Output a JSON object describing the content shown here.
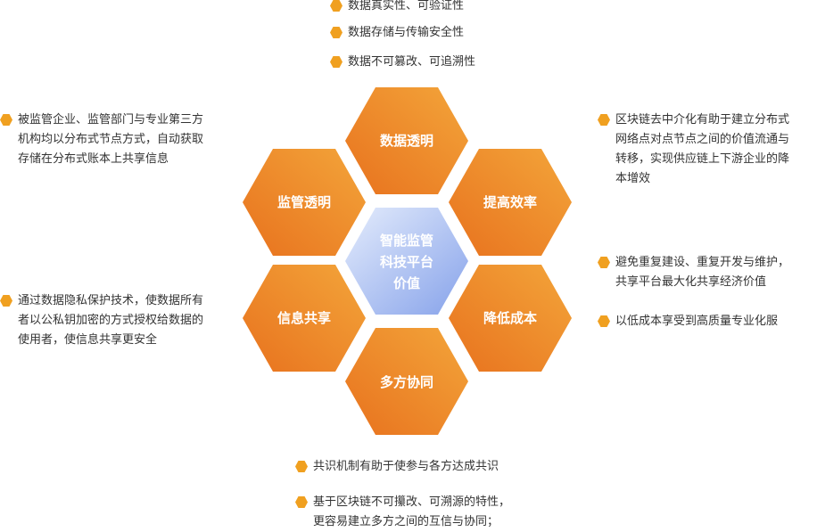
{
  "colors": {
    "hex_orange_light": "#f3a53a",
    "hex_orange_dark": "#e8721e",
    "center_light": "#dce6fb",
    "center_dark": "#8ea9ec",
    "bullet": "#f0a020",
    "text": "#333333"
  },
  "center": {
    "label_lines": [
      "智能监管",
      "科技平台",
      "价值"
    ]
  },
  "hexes": {
    "top": "数据透明",
    "upper_left": "监管透明",
    "upper_right": "提高效率",
    "lower_left": "信息共享",
    "lower_right": "降低成本",
    "bottom": "多方协同"
  },
  "notes": {
    "top": [
      "数据真实性、可验证性",
      "数据存储与传输安全性",
      "数据不可篡改、可追溯性"
    ],
    "left_upper": [
      "被监管企业、监管部门与专业第三方",
      "机构均以分布式节点方式，自动获取",
      "存储在分布式账本上共享信息"
    ],
    "left_lower": [
      "通过数据隐私保护技术，使数据所有",
      "者以公私钥加密的方式授权给数据的",
      "使用者，使信息共享更安全"
    ],
    "right_upper": [
      "区块链去中介化有助于建立分布式",
      "网络点对点节点之间的价值流通与",
      "转移，实现供应链上下游企业的降",
      "本增效"
    ],
    "right_mid_1": [
      "避免重复建设、重复开发与维护，",
      "共享平台最大化共享经济价值"
    ],
    "right_mid_2": [
      "以低成本享受到高质量专业化服"
    ],
    "bottom_1": [
      "共识机制有助于使参与各方达成共识"
    ],
    "bottom_2": [
      "基于区块链不可攥改、可溯源的特性，",
      "更容易建立多方之间的互信与协同；"
    ]
  }
}
